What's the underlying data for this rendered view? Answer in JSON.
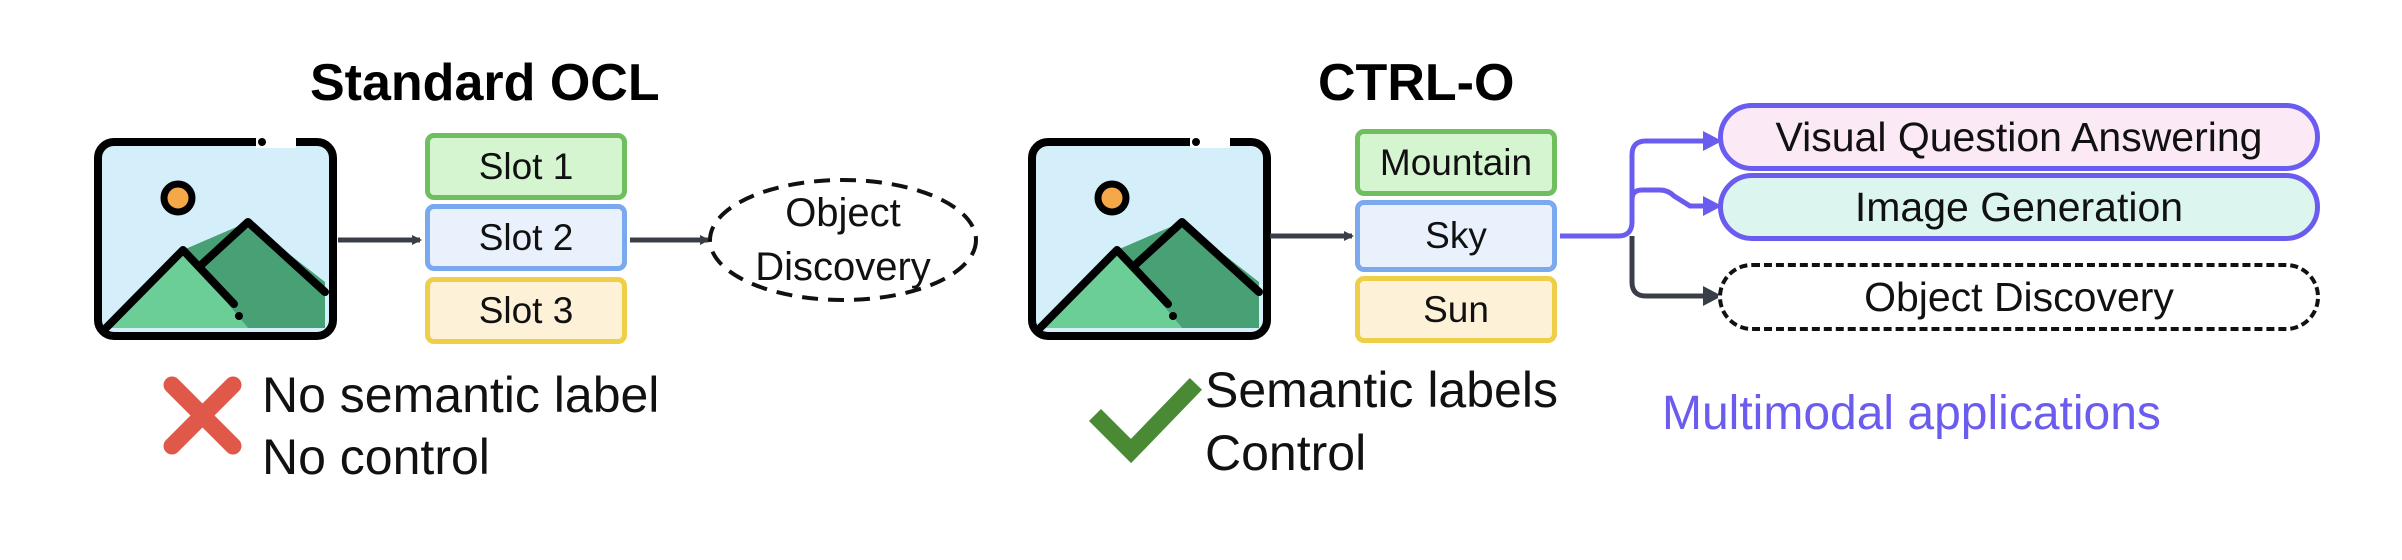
{
  "standard": {
    "title": "Standard OCL",
    "slots": [
      "Slot 1",
      "Slot 2",
      "Slot 3"
    ],
    "output_line1": "Object",
    "output_line2": "Discovery",
    "limitation1": "No semantic label",
    "limitation2": "No control"
  },
  "ctrlo": {
    "title": "CTRL-O",
    "slots": [
      "Mountain",
      "Sky",
      "Sun"
    ],
    "benefit1": "Semantic labels",
    "benefit2": "Control",
    "applications": [
      "Visual Question Answering",
      "Image Generation",
      "Object Discovery"
    ],
    "applications_caption": "Multimodal applications"
  },
  "colors": {
    "slot_green_fill": "#d4f5cf",
    "slot_green_border": "#6fbf5f",
    "slot_blue_fill": "#e9f1fd",
    "slot_blue_border": "#7aa9ee",
    "slot_yellow_fill": "#fdf1d8",
    "slot_yellow_border": "#f0cf48",
    "accent_purple": "#6b5cf0",
    "vqa_fill": "#fbe9f6",
    "gen_fill": "#dcf6ef",
    "cross_red": "#e0584a",
    "check_green": "#4a8a35",
    "image_sky": "#d4effa",
    "image_mountain_light": "#6cce97",
    "image_mountain_dark": "#48a174",
    "image_sun": "#f5a84a"
  },
  "icons": {
    "image": "image-icon",
    "cross": "cross-icon",
    "check": "check-icon"
  }
}
